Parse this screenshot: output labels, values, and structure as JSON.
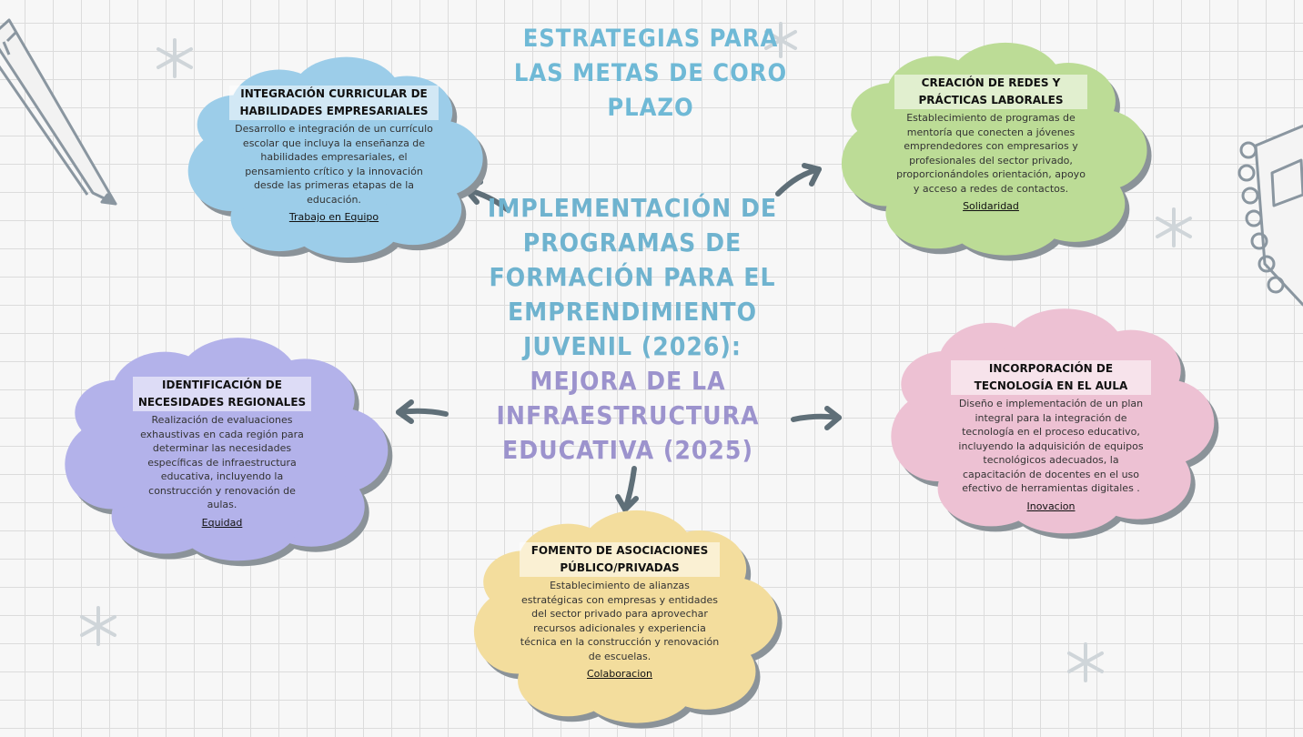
{
  "titles": {
    "top": "ESTRATEGIAS PARA LAS METAS DE CORO PLAZO",
    "middle": "IMPLEMENTACIÓN DE PROGRAMAS DE FORMACIÓN PARA EL EMPRENDIMIENTO JUVENIL (2026):",
    "lower": "MEJORA DE LA INFRAESTRUCTURA EDUCATIVA (2025)"
  },
  "clouds": {
    "blue": {
      "color": "#9ccde9",
      "heading": "INTEGRACIÓN CURRICULAR DE HABILIDADES EMPRESARIALES",
      "description": "Desarrollo e integración de un currículo escolar que incluya la enseñanza de habilidades empresariales, el pensamiento crítico y la innovación desde las primeras etapas de la educación.",
      "tag": "Trabajo en Equipo"
    },
    "green": {
      "color": "#bcdc96",
      "heading": "CREACIÓN DE REDES Y PRÁCTICAS LABORALES",
      "description": "Establecimiento de programas de mentoría que conecten a jóvenes emprendedores con empresarios y profesionales del sector privado, proporcionándoles orientación, apoyo y acceso a redes de contactos.",
      "tag": "Solidaridad"
    },
    "purple": {
      "color": "#b3b2ea",
      "heading": "IDENTIFICACIÓN DE NECESIDADES REGIONALES",
      "description": "Realización de evaluaciones exhaustivas en cada región para determinar las necesidades específicas de infraestructura educativa, incluyendo la construcción y renovación de aulas.",
      "tag": "Equidad"
    },
    "pink": {
      "color": "#edc1d3",
      "heading": "INCORPORACIÓN DE TECNOLOGÍA EN EL AULA",
      "description": "Diseño e implementación de un plan integral para la integración de tecnología en el proceso educativo, incluyendo la adquisición de equipos tecnológicos adecuados, la capacitación de docentes en el uso efectivo de herramientas digitales .",
      "tag": "Inovacion"
    },
    "yellow": {
      "color": "#f3dd9d",
      "heading": "FOMENTO DE ASOCIACIONES PÚBLICO/PRIVADAS",
      "description": "Establecimiento de alianzas estratégicas con empresas y entidades del sector privado para aprovechar recursos adicionales y experiencia técnica en la construcción y renovación de escuelas.",
      "tag": "Colaboracion"
    }
  },
  "colors": {
    "arrow": "#5f6f78",
    "title_blue": "#6fb9d6",
    "title_purple": "#9c93cd",
    "cloud_shadow": "#8b9399"
  },
  "decorations": [
    "pencil-icon",
    "notebook-icon",
    "star-icon"
  ]
}
